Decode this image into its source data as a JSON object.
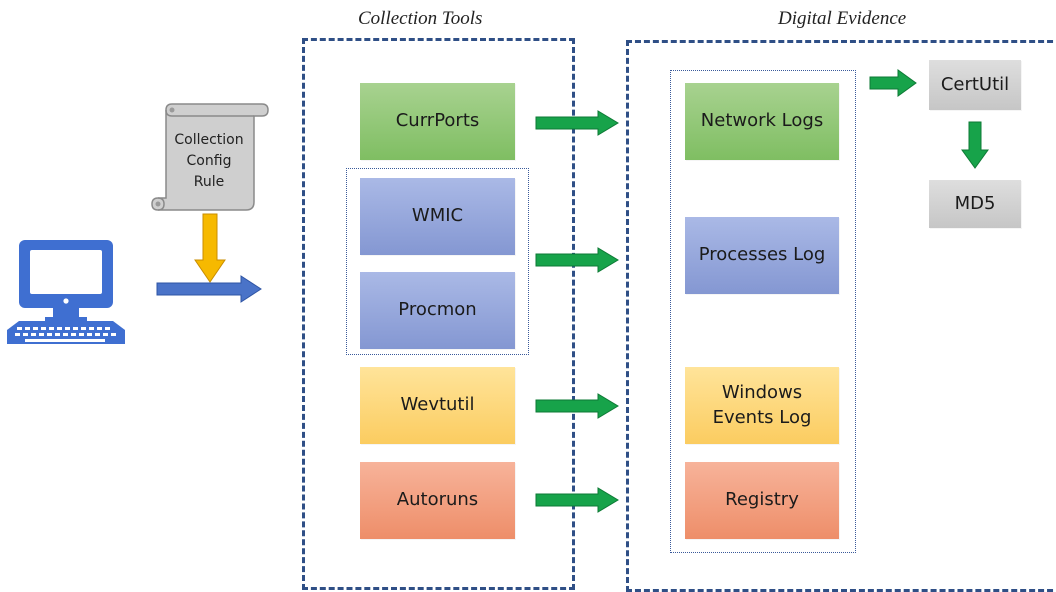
{
  "titles": {
    "collection_tools": "Collection Tools",
    "digital_evidence": "Digital Evidence"
  },
  "scroll_label": "Collection\nConfig\nRule",
  "tools": {
    "currports": "CurrPorts",
    "wmic": "WMIC",
    "procmon": "Procmon",
    "wevtutil": "Wevtutil",
    "autoruns": "Autoruns"
  },
  "evidence": {
    "network_logs": "Network Logs",
    "processes_log": "Processes Log",
    "windows_events_log": "Windows\nEvents Log",
    "registry": "Registry"
  },
  "post": {
    "certutil": "CertUtil",
    "md5": "MD5"
  },
  "colors": {
    "panel_border": "#2f4f86",
    "computer": "#3f6fd1",
    "arrow_green": "#17a34a",
    "arrow_blue": "#4a73c8",
    "arrow_yellow": "#f6b900"
  }
}
